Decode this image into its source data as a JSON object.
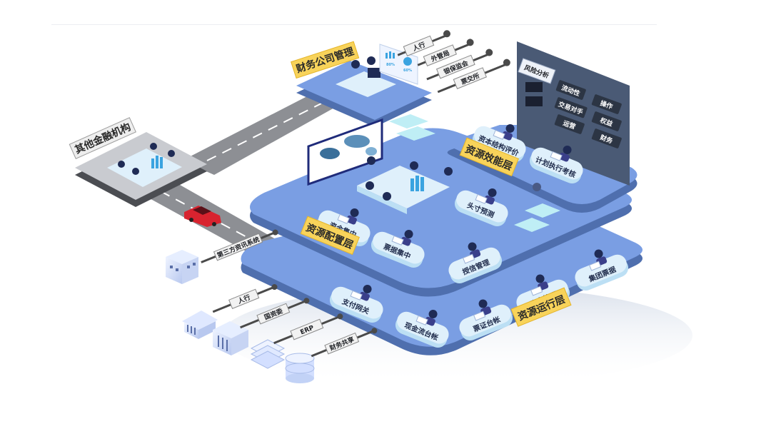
{
  "diagram": {
    "title": "",
    "colors": {
      "platform_top": "#7a9ee3",
      "platform_side": "#4f6fae",
      "platform_edge": "#3e5a92",
      "desk": "#dff0fb",
      "desk_side": "#bcdff4",
      "layer_badge": "#f8d35a",
      "layer_badge_border": "#e4b42a",
      "road": "#8d8f94",
      "dark_panel": "#4a5a75",
      "pill_dark": "#2c3544",
      "car": "#d8232f"
    },
    "finance_company": {
      "label": "财务公司管理",
      "regulators": [
        "人行",
        "外管局",
        "银保监会",
        "票交所"
      ],
      "screen_values": [
        "80%",
        "60%"
      ]
    },
    "other_institutions": {
      "label": "其他金融机构"
    },
    "risk_panel": {
      "title": "风险分析",
      "items": [
        "流动性",
        "操作",
        "交易对手",
        "权益",
        "运营",
        "财务"
      ]
    },
    "layers": [
      {
        "name": "资源效能层",
        "desks": [
          "资本结构评价",
          "计划执行考核"
        ]
      },
      {
        "name": "资源配置层",
        "desks": [
          "资金集中",
          "票据集中",
          "授信管理",
          "头寸预测"
        ]
      },
      {
        "name": "资源运行层",
        "desks": [
          "支付网关",
          "现金流台帐",
          "票证台帐",
          "账户管理",
          "集团票据"
        ]
      }
    ],
    "external_systems": {
      "third_party": "第三方资讯系统",
      "connectors": [
        "人行",
        "国资委",
        "ERP",
        "财务共享"
      ]
    }
  }
}
